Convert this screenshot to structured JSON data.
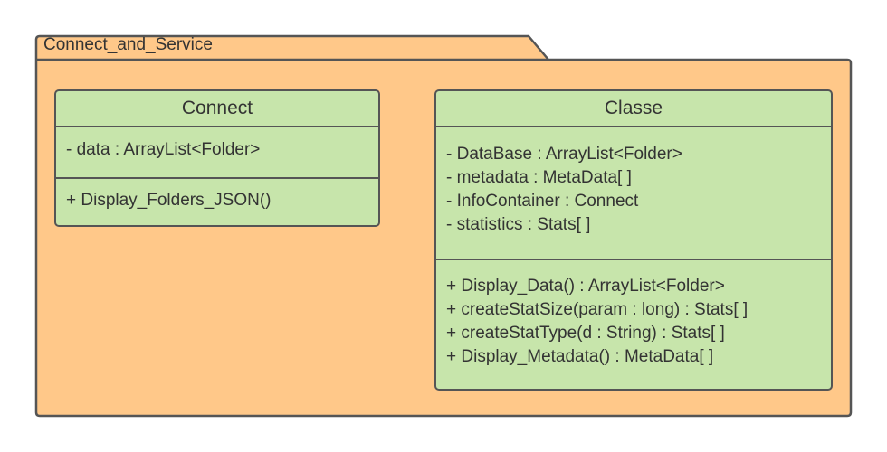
{
  "package": {
    "name": "Connect_and_Service",
    "fill_color": "#ffc889",
    "border_color": "#555555"
  },
  "classes": [
    {
      "name": "Connect",
      "fill_color": "#c7e5ab",
      "attributes": [
        "- data : ArrayList<Folder>"
      ],
      "operations": [
        "+ Display_Folders_JSON()"
      ]
    },
    {
      "name": "Classe",
      "fill_color": "#c7e5ab",
      "attributes": [
        "- DataBase : ArrayList<Folder>",
        "- metadata : MetaData[ ]",
        "- InfoContainer : Connect",
        "- statistics : Stats[ ]"
      ],
      "operations": [
        "+ Display_Data() : ArrayList<Folder>",
        "+ createStatSize(param : long) : Stats[ ]",
        "+ createStatType(d : String) : Stats[ ]",
        "+ Display_Metadata() : MetaData[ ]"
      ]
    }
  ]
}
